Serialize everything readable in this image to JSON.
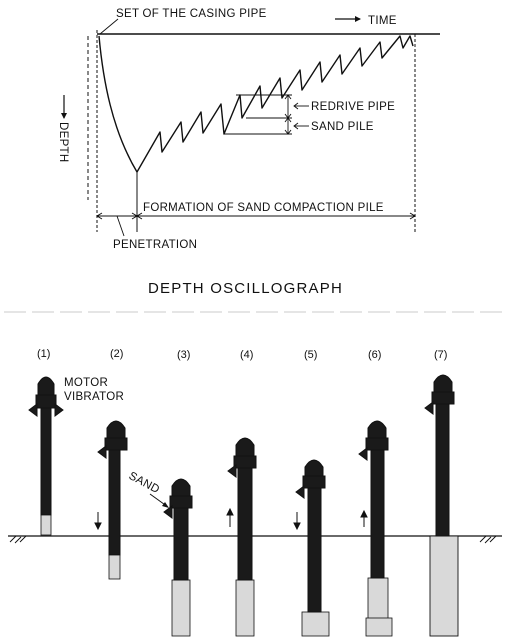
{
  "graph": {
    "set_label": "SET OF THE CASING PIPE",
    "time_label": "TIME",
    "depth_label": "DEPTH",
    "redrive_label": "REDRIVE PIPE",
    "sand_pile_label": "SAND PILE",
    "formation_label": "FORMATION OF SAND COMPACTION PILE",
    "penetration_label": "PENETRATION"
  },
  "title": "DEPTH OSCILLOGRAPH",
  "machine": {
    "motor_label": "MOTOR",
    "vibrator_label": "VIBRATOR",
    "sand_label": "SAND"
  },
  "steps": [
    {
      "label": "(1)"
    },
    {
      "label": "(2)"
    },
    {
      "label": "(3)"
    },
    {
      "label": "(4)"
    },
    {
      "label": "(5)"
    },
    {
      "label": "(6)"
    },
    {
      "label": "(7)"
    }
  ],
  "colors": {
    "ink": "#111111",
    "background": "#ffffff",
    "sand": "#d9d9d9"
  }
}
